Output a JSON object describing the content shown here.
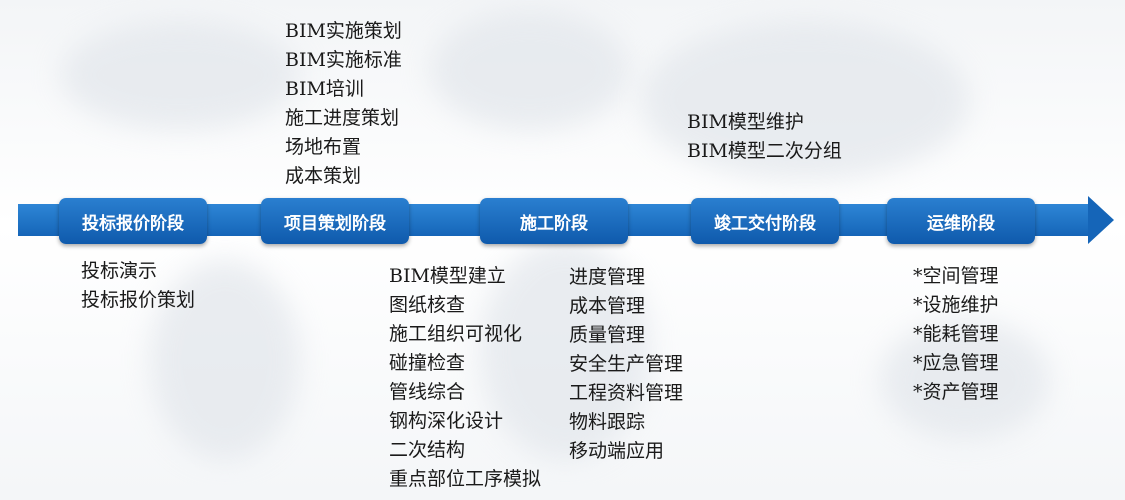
{
  "stages": [
    {
      "label": "投标报价阶段"
    },
    {
      "label": "项目策划阶段"
    },
    {
      "label": "施工阶段"
    },
    {
      "label": "竣工交付阶段"
    },
    {
      "label": "运维阶段"
    }
  ],
  "bidding_items": [
    "投标演示",
    "投标报价策划"
  ],
  "planning_items": [
    "BIM实施策划",
    "BIM实施标准",
    "BIM培训",
    "施工进度策划",
    "场地布置",
    "成本策划"
  ],
  "construction_model_items": [
    "BIM模型建立",
    "图纸核查",
    "施工组织可视化",
    "碰撞检查",
    "管线综合",
    "钢构深化设计",
    "二次结构",
    "重点部位工序模拟"
  ],
  "construction_management_items": [
    "进度管理",
    "成本管理",
    "质量管理",
    "安全生产管理",
    "工程资料管理",
    "物料跟踪",
    "移动端应用"
  ],
  "handover_items": [
    "BIM模型维护",
    "BIM模型二次分组"
  ],
  "operation_items": [
    "*空间管理",
    "*设施维护",
    "*能耗管理",
    "*应急管理",
    "*资产管理"
  ],
  "colors": {
    "stage_bg": "#1565b8",
    "timeline": "#1e74c8",
    "text": "#1a1a1a"
  }
}
